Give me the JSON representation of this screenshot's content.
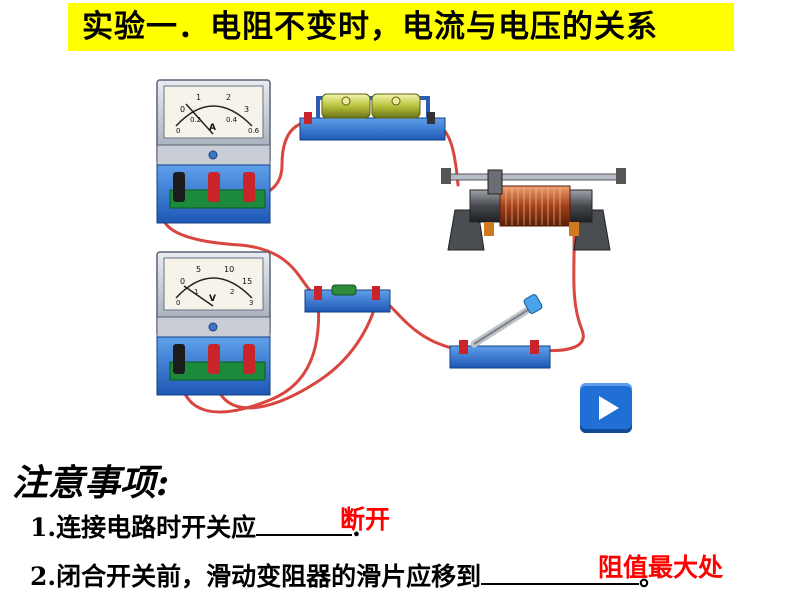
{
  "title": "实验一．电阻不变时，电流与电压的关系",
  "ammeter": {
    "unit_label": "A",
    "upper_scale": [
      "0",
      "1",
      "2",
      "3"
    ],
    "lower_scale": [
      "0",
      "0.2",
      "0.4",
      "0.6"
    ]
  },
  "voltmeter": {
    "unit_label": "V",
    "upper_scale": [
      "0",
      "5",
      "10",
      "15"
    ],
    "lower_scale": [
      "0",
      "1",
      "2",
      "3"
    ]
  },
  "notes": {
    "heading": "注意事项:",
    "item1_prefix": "1.连接电路时开关应",
    "item1_suffix": ".",
    "item1_answer": "断开",
    "item2_prefix": "2.闭合开关前，滑动变阻器的滑片应移到",
    "item2_suffix": "。",
    "item2_answer": "阻值最大处"
  },
  "colors": {
    "title_bg": "#ffff00",
    "answer": "#ff0000",
    "play_button": "#1f6fd6",
    "wire": "#e0504a"
  },
  "play_button_icon": "play-icon"
}
